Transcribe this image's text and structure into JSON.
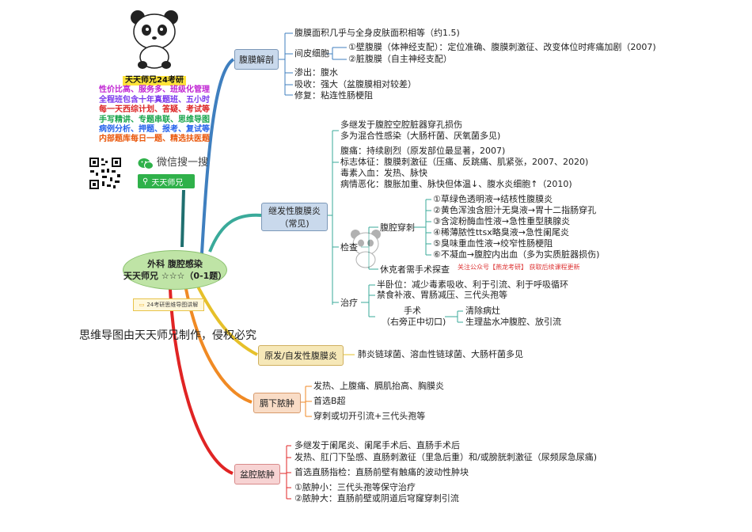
{
  "brand": {
    "title": "天天师兄24考研",
    "promo_lines": [
      {
        "text": "性价比高、服务多、班级化管理",
        "color": "#c026d3"
      },
      {
        "text": "全程班包含十年真题班、五小时",
        "color": "#7c3aed"
      },
      {
        "text": "每一天西综计划、答疑、考试等",
        "color": "#dc2626"
      },
      {
        "text": "手写精讲、专题串联、思维导图",
        "color": "#16a34a"
      },
      {
        "text": "病例分析、押题、报考、复试等",
        "color": "#2563eb"
      },
      {
        "text": "内部题库每日一题、精选扶医题",
        "color": "#ea580c"
      }
    ],
    "wechat_label": "微信搜一搜",
    "search_text": "天天师兄",
    "tag_text": "24考研思维导图讲解",
    "slogan": "思维导图由天天师兄制作，侵权必究"
  },
  "center": {
    "line1": "外科 腹腔感染",
    "line2": "天天师兄 ☆☆☆（0-1题）"
  },
  "watermarks": {
    "a": "关注公众号【燕龙考研】 获取后续课程更新"
  },
  "branches": {
    "anatomy": {
      "label": "腹膜解剖",
      "items": {
        "area": "腹膜面积几乎与全身皮肤面积相等（约1.5)",
        "mesothelium": "间皮细胞",
        "parietal": "①壁腹膜（体神经支配）：定位准确、腹膜刺激征、改变体位时疼痛加剧（2007)",
        "visceral": "②脏腹膜（自主神经支配）",
        "exudate": "渗出：腹水",
        "absorb": "吸收：强大（盆腹膜相对较差）",
        "repair": "修复：粘连性肠梗阻"
      }
    },
    "secondary": {
      "label1": "继发性腹膜炎",
      "label2": "（常见)",
      "cause1": "多继发于腹腔空腔脏器穿孔损伤",
      "cause2": "多为混合性感染（大肠杆菌、厌氧菌多见)",
      "symptom1": "腹痛：持续剧烈（原发部位最显著，2007)",
      "symptom2": "标志体征：腹膜刺激征（压痛、反跳痛、肌紧张，2007、2020)",
      "symptom3": "毒素入血：发热、脉快",
      "symptom4": "病情恶化：腹胀加重、脉快但体温↓、腹水炎细胞↑（2010)",
      "exam": "检查",
      "puncture": "腹腔穿刺",
      "p1": "①草绿色透明液→结核性腹膜炎",
      "p2": "②黄色浑浊含胆汁无臭液→胃十二指肠穿孔",
      "p3": "③含淀粉酶血性液→急性重型胰腺炎",
      "p4": "④稀薄脓性ttsx略臭液→急性阑尾炎",
      "p5": "⑤臭味重血性液→绞窄性肠梗阻",
      "p6": "⑥不凝血→腹腔内出血（多为实质脏器损伤)",
      "shock": "休克者需手术探查",
      "treat": "治疗",
      "t1": "半卧位：减少毒素吸收、利于引流、利于呼吸循环",
      "t2": "禁食补液、胃肠减压、三代头孢等",
      "surgery1": "手术",
      "surgery2": "（右旁正中切口)",
      "s1": "清除病灶",
      "s2": "生理盐水冲腹腔、放引流"
    },
    "primary": {
      "label": "原发/自发性腹膜炎",
      "item": "肺炎链球菌、溶血性链球菌、大肠杆菌多见"
    },
    "subphrenic": {
      "label": "膈下脓肿",
      "i1": "发热、上腹痛、膈肌抬高、胸膜炎",
      "i2": "首选B超",
      "i3": "穿刺或切开引流+三代头孢等"
    },
    "pelvic": {
      "label": "盆腔脓肿",
      "i1": "多继发于阑尾炎、阑尾手术后、直肠手术后",
      "i2": "发热、肛门下坠感、直肠刺激征（里急后重）和/或膀胱刺激征（尿频尿急尿痛)",
      "i3": "首选直肠指检：直肠前壁有触痛的波动性肿块",
      "i4": "①脓肿小：三代头孢等保守治疗",
      "i5": "②脓肿大：直肠前壁或阴道后穹窿穿刺引流"
    }
  }
}
